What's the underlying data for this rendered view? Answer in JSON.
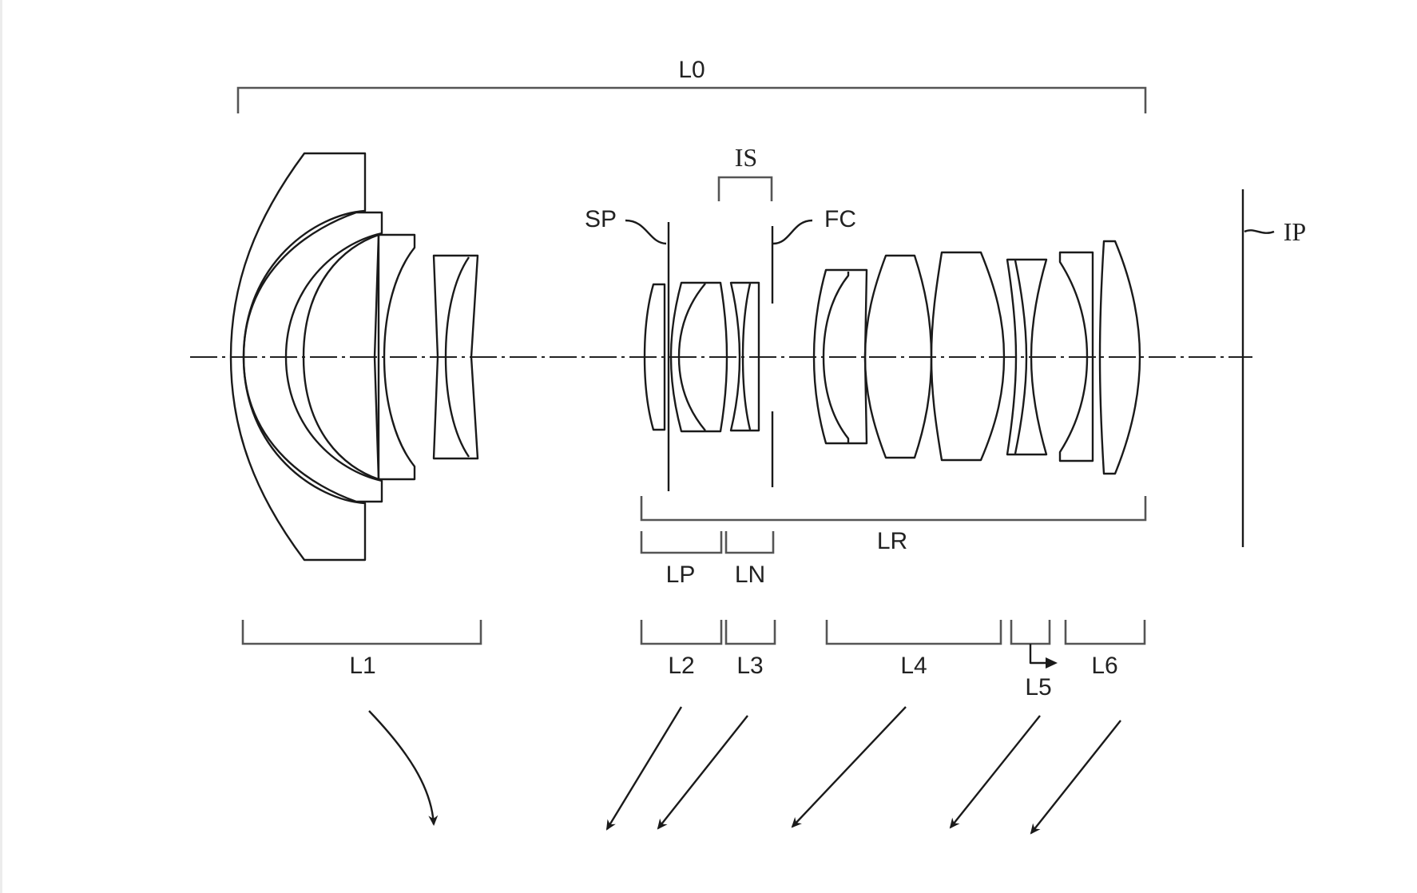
{
  "diagram": {
    "type": "optical-lens-cross-section",
    "labels": {
      "overall": "L0",
      "image_stabilizer": "IS",
      "aperture_stop": "SP",
      "flare_cut": "FC",
      "image_plane": "IP",
      "rear_group": "LR",
      "positive_subgroup": "LP",
      "negative_subgroup": "LN"
    },
    "lens_groups": [
      {
        "id": "L1",
        "label": "L1",
        "movement": "curved"
      },
      {
        "id": "L2",
        "label": "L2",
        "movement": "toward-object"
      },
      {
        "id": "L3",
        "label": "L3",
        "movement": "toward-object"
      },
      {
        "id": "L4",
        "label": "L4",
        "movement": "toward-object"
      },
      {
        "id": "L5",
        "label": "L5",
        "movement": "toward-object"
      },
      {
        "id": "L6",
        "label": "L6",
        "movement": "toward-object"
      }
    ]
  }
}
